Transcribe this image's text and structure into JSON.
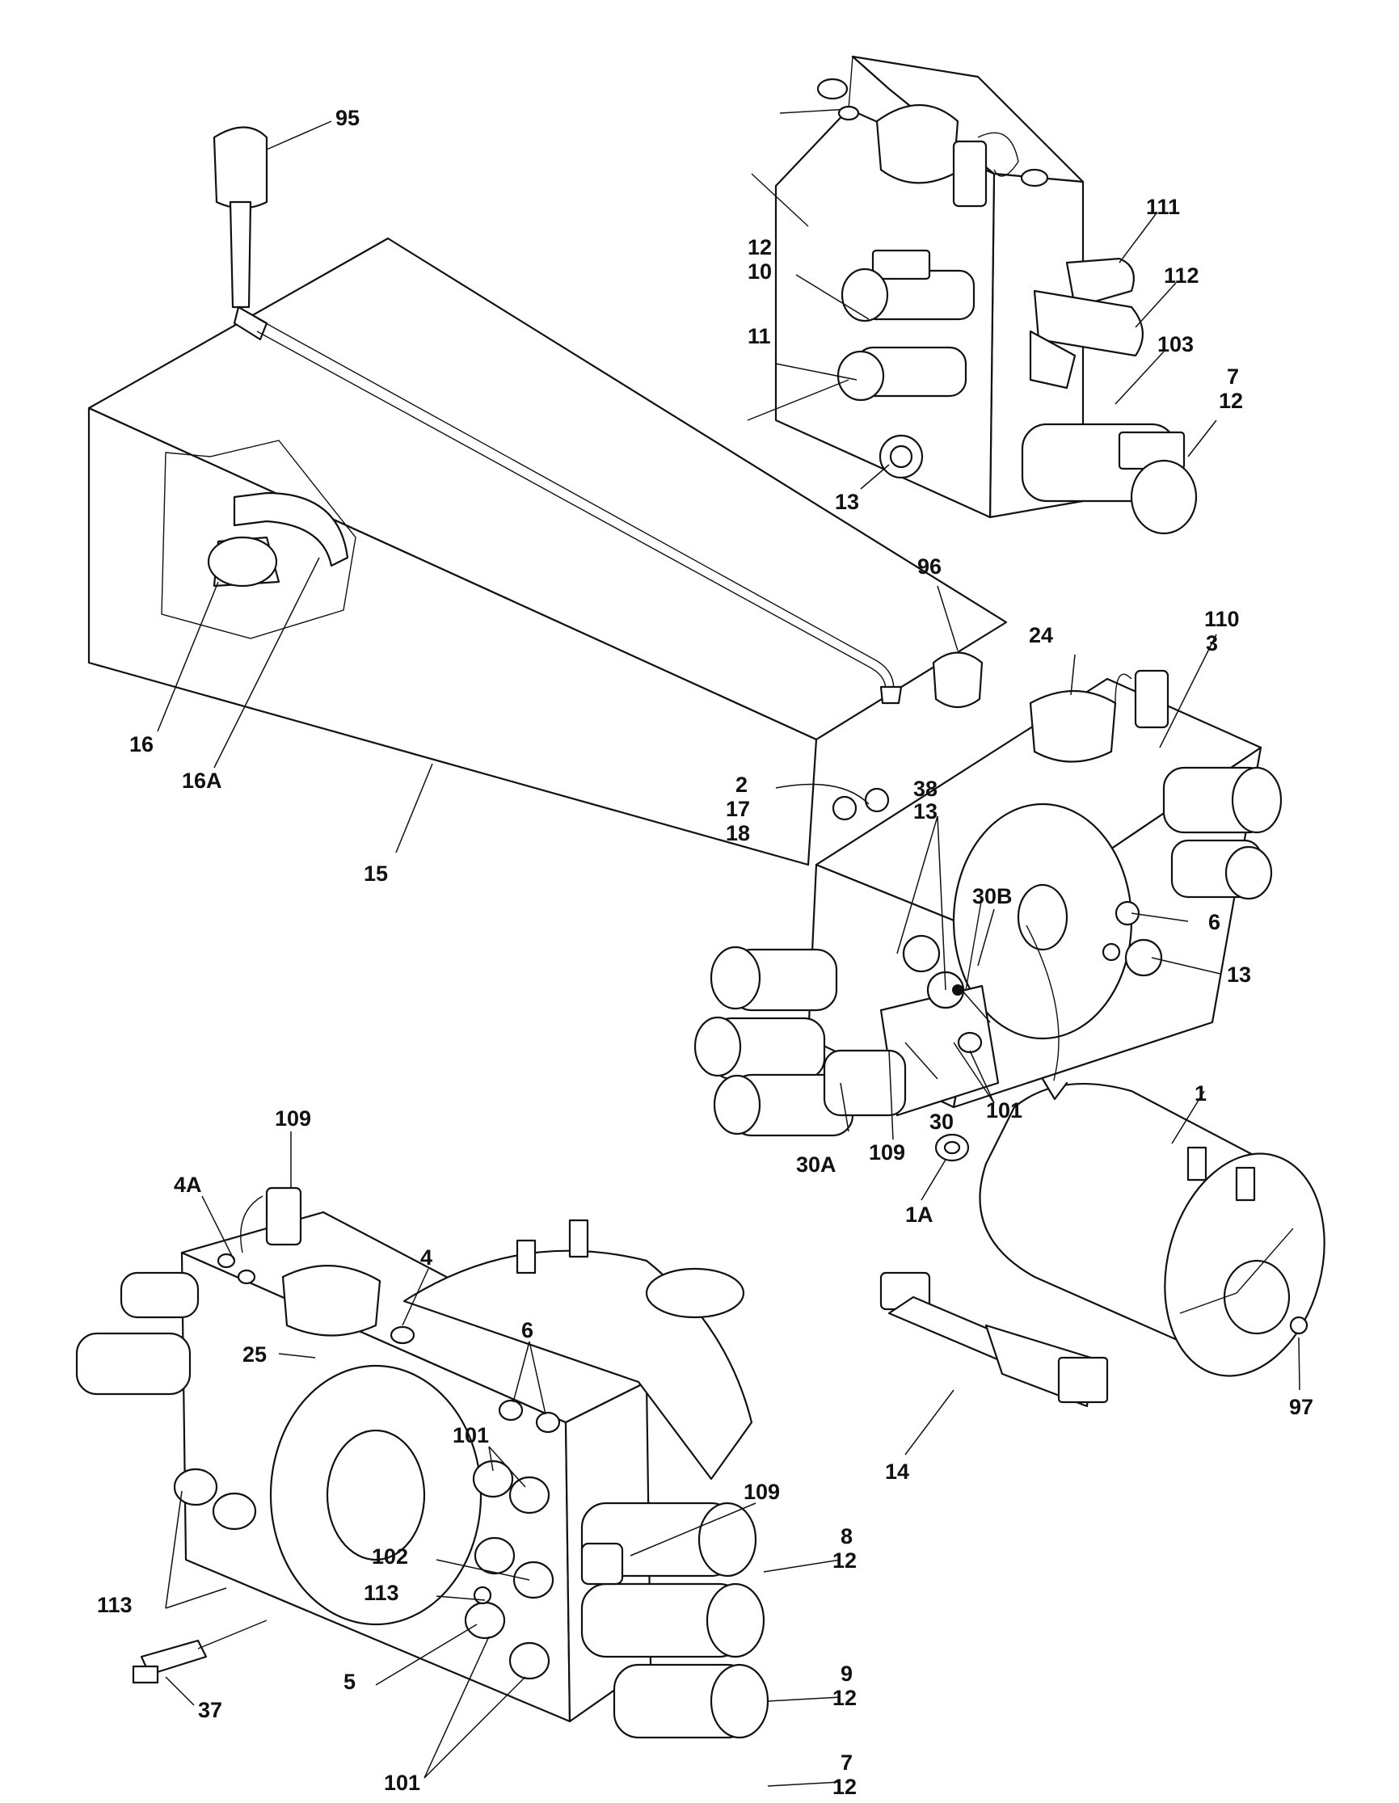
{
  "callouts": [
    {
      "text": "95"
    },
    {
      "text": "111"
    },
    {
      "text": "12"
    },
    {
      "text": "10"
    },
    {
      "text": "112"
    },
    {
      "text": "11"
    },
    {
      "text": "103"
    },
    {
      "text": "7"
    },
    {
      "text": "12"
    },
    {
      "text": "13"
    },
    {
      "text": "96"
    },
    {
      "text": "110"
    },
    {
      "text": "3"
    },
    {
      "text": "24"
    },
    {
      "text": "16"
    },
    {
      "text": "16A"
    },
    {
      "text": "2"
    },
    {
      "text": "17"
    },
    {
      "text": "18"
    },
    {
      "text": "38"
    },
    {
      "text": "13"
    },
    {
      "text": "15"
    },
    {
      "text": "30B"
    },
    {
      "text": "6"
    },
    {
      "text": "13"
    },
    {
      "text": "101"
    },
    {
      "text": "1"
    },
    {
      "text": "30"
    },
    {
      "text": "109"
    },
    {
      "text": "30A"
    },
    {
      "text": "1A"
    },
    {
      "text": "109"
    },
    {
      "text": "4A"
    },
    {
      "text": "4"
    },
    {
      "text": "6"
    },
    {
      "text": "25"
    },
    {
      "text": "97"
    },
    {
      "text": "14"
    },
    {
      "text": "101"
    },
    {
      "text": "109"
    },
    {
      "text": "8"
    },
    {
      "text": "12"
    },
    {
      "text": "102"
    },
    {
      "text": "113"
    },
    {
      "text": "113"
    },
    {
      "text": "9"
    },
    {
      "text": "12"
    },
    {
      "text": "5"
    },
    {
      "text": "37"
    },
    {
      "text": "7"
    },
    {
      "text": "12"
    },
    {
      "text": "101"
    }
  ]
}
